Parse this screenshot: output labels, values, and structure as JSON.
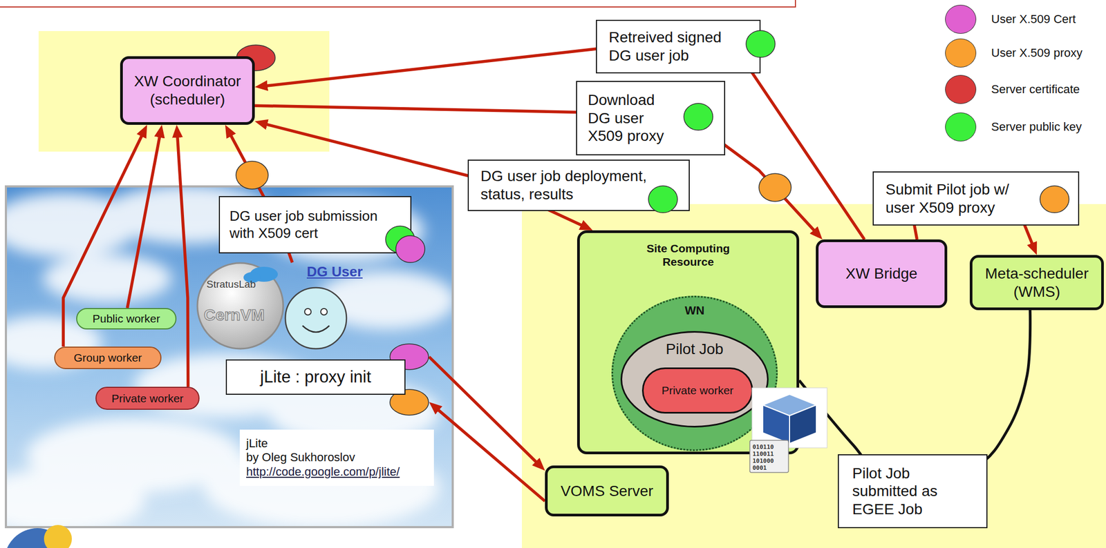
{
  "diagram": {
    "nodes": [
      {
        "text": [
          "XW Coordinator (scheduler)"
        ]
      },
      {
        "text": [
          "Public worker"
        ]
      },
      {
        "text": [
          "Group worker"
        ]
      },
      {
        "text": [
          "Private worker"
        ]
      },
      {
        "text": [
          "DG User"
        ]
      },
      {
        "text": [
          "jLite : proxy init"
        ]
      },
      {
        "text": [
          "jLite",
          "by Oleg Sukhoroslov",
          "http://code.google.com/p/jlite/"
        ]
      },
      {
        "text": [
          "Site Computing Resource"
        ]
      },
      {
        "text": [
          "WN"
        ],
        "in": 7
      },
      {
        "text": [
          "Pilot Job"
        ],
        "in": 8
      },
      {
        "text": [
          "Private worker"
        ],
        "in": 9
      },
      {
        "text": [
          "XW Bridge"
        ]
      },
      {
        "text": [
          "Meta-scheduler (WMS)"
        ]
      },
      {
        "text": [
          "VOMS Server"
        ]
      }
    ],
    "edges": [
      {
        "from": 1,
        "to": 0,
        "arrow": "to"
      },
      {
        "from": 2,
        "to": 0,
        "arrow": "to"
      },
      {
        "from": 3,
        "to": 0,
        "arrow": "to"
      },
      {
        "from": 4,
        "to": 0,
        "label": "DG user job submission with X509 cert",
        "arrow": "to"
      },
      {
        "from": 11,
        "to": 0,
        "label": "Retreived signed DG user job",
        "arrow": "to"
      },
      {
        "from": 0,
        "to": 11,
        "label": "Download DG user X509 proxy",
        "arrow": "to"
      },
      {
        "from": 0,
        "to": 7,
        "label": "DG user job deployment, status, results",
        "arrow": "both"
      },
      {
        "from": 11,
        "to": 12,
        "label": "Submit Pilot job w/ user X509 proxy",
        "arrow": "to"
      },
      {
        "from": 12,
        "to": 7,
        "label": "Pilot Job submitted as EGEE Job",
        "arrow": "none"
      },
      {
        "from": 5,
        "to": 13,
        "arrow": "to"
      },
      {
        "from": 13,
        "to": 5,
        "arrow": "to"
      }
    ],
    "labels": [
      "StratusLab",
      "CernVM",
      "010110",
      "110011",
      "101000",
      "0001"
    ],
    "legend": [
      {
        "text": "User X.509 Cert",
        "color": "#e060d0"
      },
      {
        "text": "User X.509 proxy",
        "color": "#f9a030"
      },
      {
        "text": "Server certificate",
        "color": "#d93a3a"
      },
      {
        "text": "Server public key",
        "color": "#3bef3b"
      }
    ]
  }
}
